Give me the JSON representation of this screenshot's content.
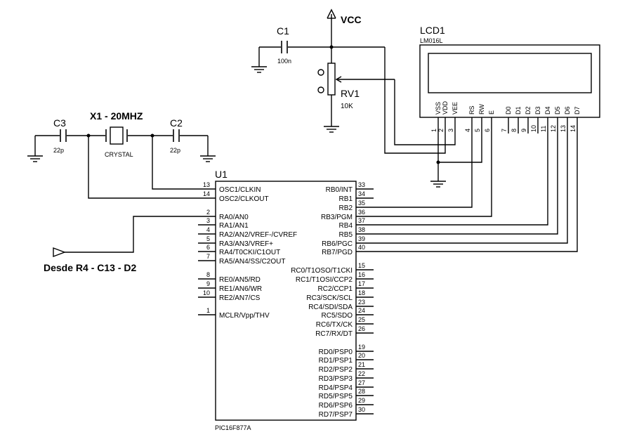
{
  "power": {
    "vcc_label": "VCC"
  },
  "c1": {
    "ref": "C1",
    "value": "100n"
  },
  "rv1": {
    "ref": "RV1",
    "value": "10K"
  },
  "crystal": {
    "ref": "X1 - 20MHZ",
    "type": "CRYSTAL"
  },
  "c2": {
    "ref": "C2",
    "value": "22p"
  },
  "c3": {
    "ref": "C3",
    "value": "22p"
  },
  "lcd": {
    "ref": "LCD1",
    "model": "LM016L",
    "pins": [
      {
        "name": "VSS",
        "num": "1"
      },
      {
        "name": "VDD",
        "num": "2"
      },
      {
        "name": "VEE",
        "num": "3"
      },
      {
        "name": "RS",
        "num": "4"
      },
      {
        "name": "RW",
        "num": "5"
      },
      {
        "name": "E",
        "num": "6"
      },
      {
        "name": "D0",
        "num": "7"
      },
      {
        "name": "D1",
        "num": "8"
      },
      {
        "name": "D2",
        "num": "9"
      },
      {
        "name": "D3",
        "num": "10"
      },
      {
        "name": "D4",
        "num": "11"
      },
      {
        "name": "D5",
        "num": "12"
      },
      {
        "name": "D6",
        "num": "13"
      },
      {
        "name": "D7",
        "num": "14"
      }
    ]
  },
  "mcu": {
    "ref": "U1",
    "part": "PIC16F877A",
    "left_pins": [
      {
        "num": "13",
        "label": "OSC1/CLKIN"
      },
      {
        "num": "14",
        "label": "OSC2/CLKOUT"
      },
      {
        "num": "2",
        "label": "RA0/AN0"
      },
      {
        "num": "3",
        "label": "RA1/AN1"
      },
      {
        "num": "4",
        "label": "RA2/AN2/VREF-/CVREF"
      },
      {
        "num": "5",
        "label": "RA3/AN3/VREF+"
      },
      {
        "num": "6",
        "label": "RA4/T0CKI/C1OUT"
      },
      {
        "num": "7",
        "label": "RA5/AN4/SS/C2OUT"
      },
      {
        "num": "8",
        "label": "RE0/AN5/RD"
      },
      {
        "num": "9",
        "label": "RE1/AN6/WR"
      },
      {
        "num": "10",
        "label": "RE2/AN7/CS"
      },
      {
        "num": "1",
        "label": "MCLR/Vpp/THV"
      }
    ],
    "right_pins": [
      {
        "num": "33",
        "label": "RB0/INT"
      },
      {
        "num": "34",
        "label": "RB1"
      },
      {
        "num": "35",
        "label": "RB2"
      },
      {
        "num": "36",
        "label": "RB3/PGM"
      },
      {
        "num": "37",
        "label": "RB4"
      },
      {
        "num": "38",
        "label": "RB5"
      },
      {
        "num": "39",
        "label": "RB6/PGC"
      },
      {
        "num": "40",
        "label": "RB7/PGD"
      },
      {
        "num": "15",
        "label": "RC0/T1OSO/T1CKI"
      },
      {
        "num": "16",
        "label": "RC1/T1OSI/CCP2"
      },
      {
        "num": "17",
        "label": "RC2/CCP1"
      },
      {
        "num": "18",
        "label": "RC3/SCK/SCL"
      },
      {
        "num": "23",
        "label": "RC4/SDI/SDA"
      },
      {
        "num": "24",
        "label": "RC5/SDO"
      },
      {
        "num": "25",
        "label": "RC6/TX/CK"
      },
      {
        "num": "26",
        "label": "RC7/RX/DT"
      },
      {
        "num": "19",
        "label": "RD0/PSP0"
      },
      {
        "num": "20",
        "label": "RD1/PSP1"
      },
      {
        "num": "21",
        "label": "RD2/PSP2"
      },
      {
        "num": "22",
        "label": "RD3/PSP3"
      },
      {
        "num": "27",
        "label": "RD4/PSP4"
      },
      {
        "num": "28",
        "label": "RD5/PSP5"
      },
      {
        "num": "29",
        "label": "RD6/PSP6"
      },
      {
        "num": "30",
        "label": "RD7/PSP7"
      }
    ]
  },
  "input_label": "Desde R4 - C13 - D2"
}
